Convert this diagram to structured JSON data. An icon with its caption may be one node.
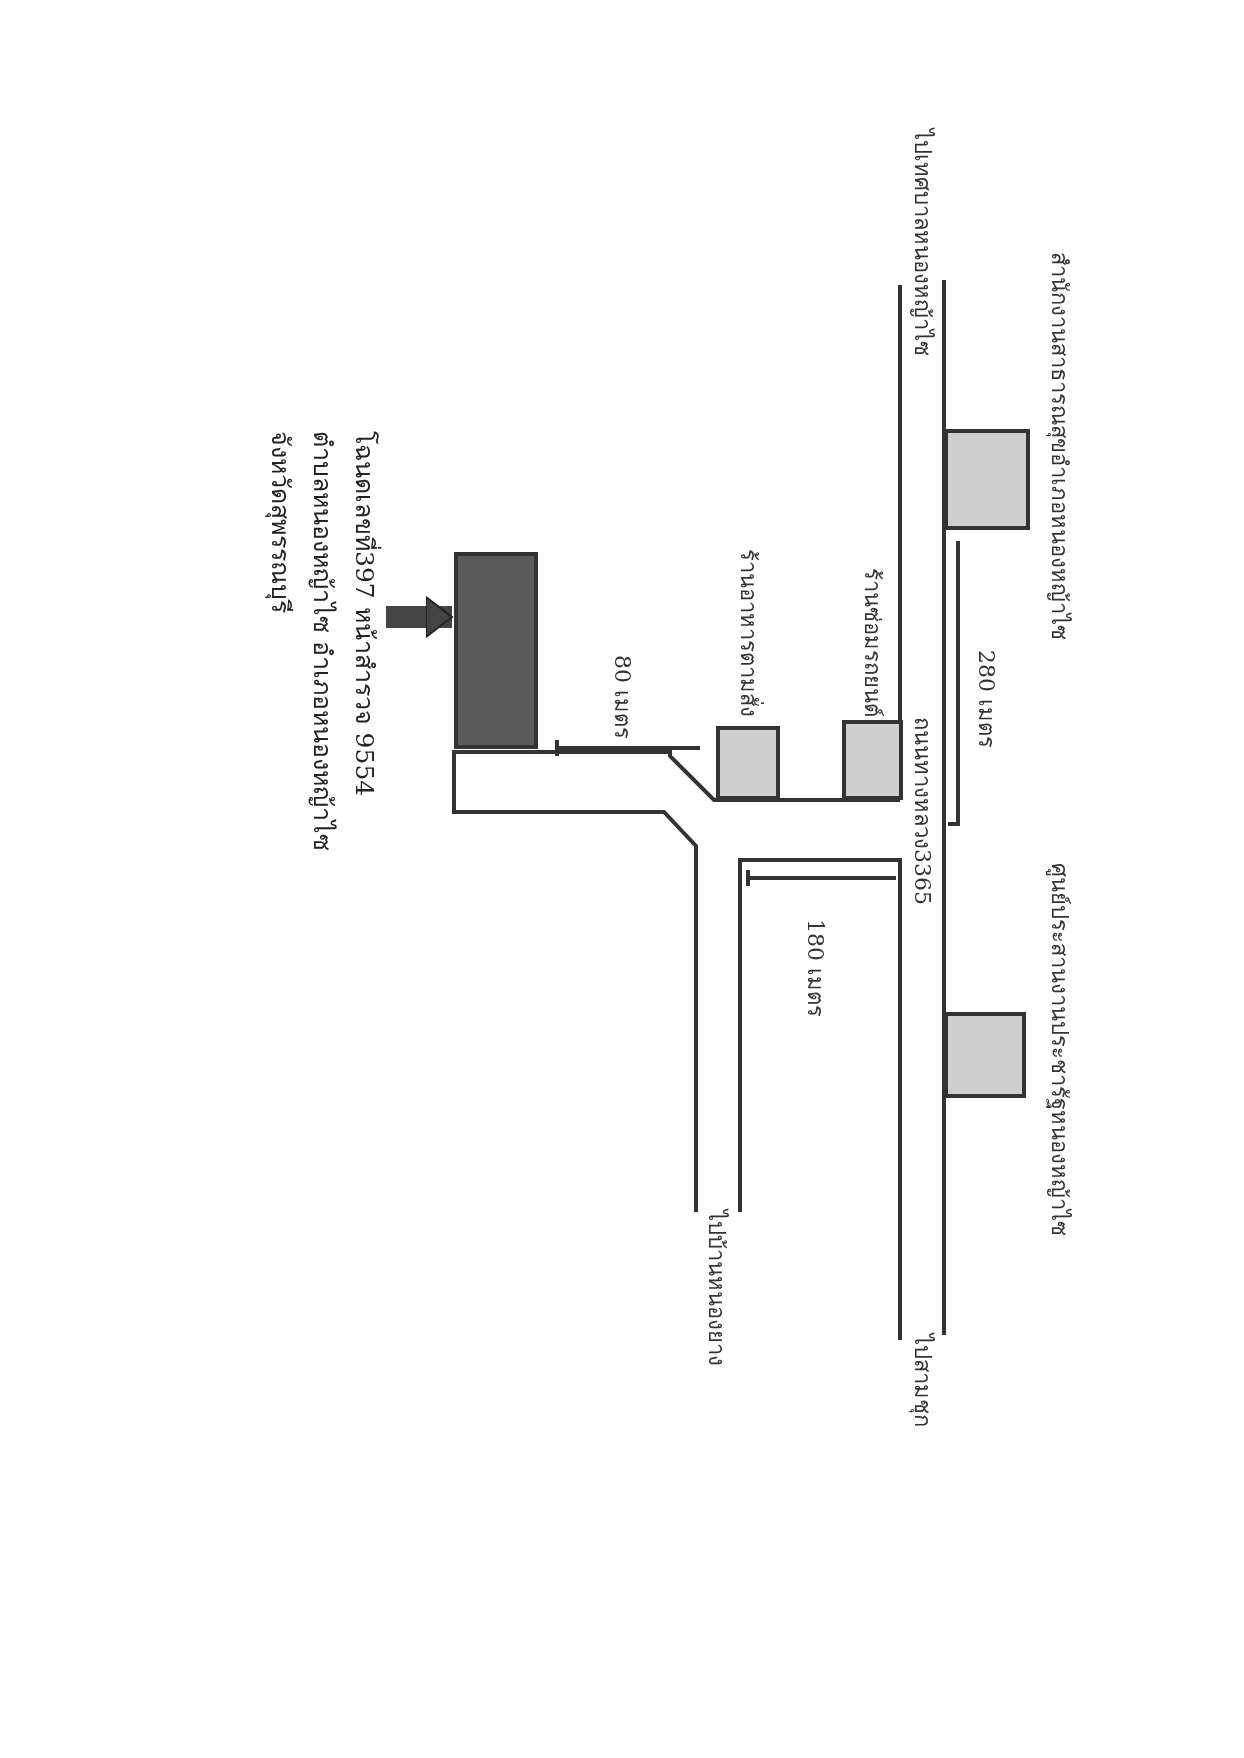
{
  "diagram": {
    "nodes": [
      {
        "text": [
          "โฉนดเลขที่397 หน้าสำรวจ 9554",
          "ตำบลหนองหญ้าไซ อำเภอหนองหญ้าไซ",
          "จังหวัดสุพรรณบุรี"
        ]
      },
      {
        "text": [],
        "shape": "box"
      },
      {
        "text": [
          "ร้านอาหารตามสั่ง"
        ]
      },
      {
        "text": [
          "ร้านซ่อมรถยนต์"
        ]
      },
      {
        "text": [
          "สำนักงานสาธารณสุขอำเภอหนองหญ้าไซ"
        ]
      },
      {
        "text": [
          "ศูนย์ประสานงานประชารัฐหนองหญ้าไซ"
        ]
      }
    ],
    "edges": [
      {
        "from": 0,
        "to": 1,
        "arrow": "to"
      }
    ],
    "labels": [
      "ไปเทศบาลหนองหญ้าไซ",
      "280 เมตร",
      "80 เมตร",
      "ถนนทางหลวง3365",
      "180 เมตร",
      "ไปบ้านหนองยาง",
      "ไปสามชุก"
    ]
  }
}
